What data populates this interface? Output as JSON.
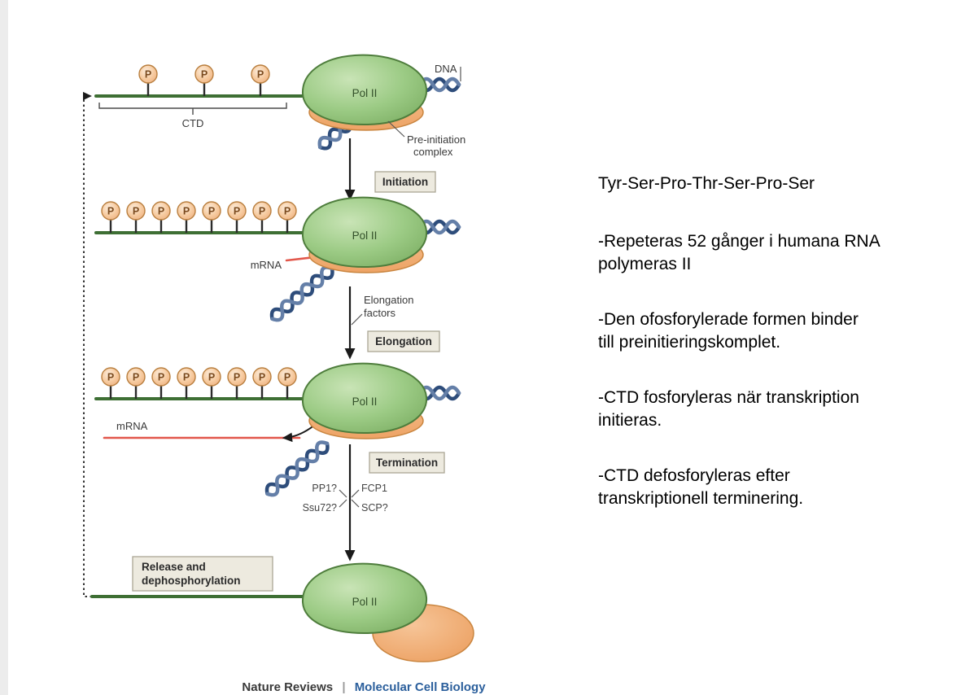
{
  "diagram": {
    "pol_label": "Pol II",
    "dna_label": "DNA",
    "ctd_label": "CTD",
    "phosphate_label": "P",
    "preinit_line1": "Pre-initiation",
    "preinit_line2": "complex",
    "initiation_label": "Initiation",
    "mrna_label": "mRNA",
    "elongation_factors_line1": "Elongation",
    "elongation_factors_line2": "factors",
    "elongation_label": "Elongation",
    "termination_label": "Termination",
    "pp1_label": "PP1?",
    "fcp1_label": "FCP1",
    "ssu72_label": "Ssu72?",
    "scp_label": "SCP?",
    "release_line1": "Release and",
    "release_line2": "dephosphorylation",
    "footer": {
      "journal": "Nature Reviews",
      "separator": "|",
      "title": "Molecular Cell Biology"
    },
    "colors": {
      "polymerase_green": "#8abc72",
      "ctd_line_green": "#3e6f34",
      "phosphate_fill": "#f6c99d",
      "complex_orange": "#f2b27c",
      "dna_blue": "#2e4d7b",
      "mrna_red": "#e2574b",
      "step_box_beige": "#edeadf",
      "footer_blue": "#2b5f9c"
    }
  },
  "notes": {
    "heading": "Tyr-Ser-Pro-Thr-Ser-Pro-Ser",
    "bullets": [
      "-Repeteras 52 gånger i humana RNA\npolymeras II",
      "-Den ofosforylerade formen binder\ntill preinitieringskomplet.",
      "-CTD fosforyleras när transkription\ninitieras.",
      "-CTD defosforyleras efter\ntranskriptionell terminering."
    ]
  }
}
